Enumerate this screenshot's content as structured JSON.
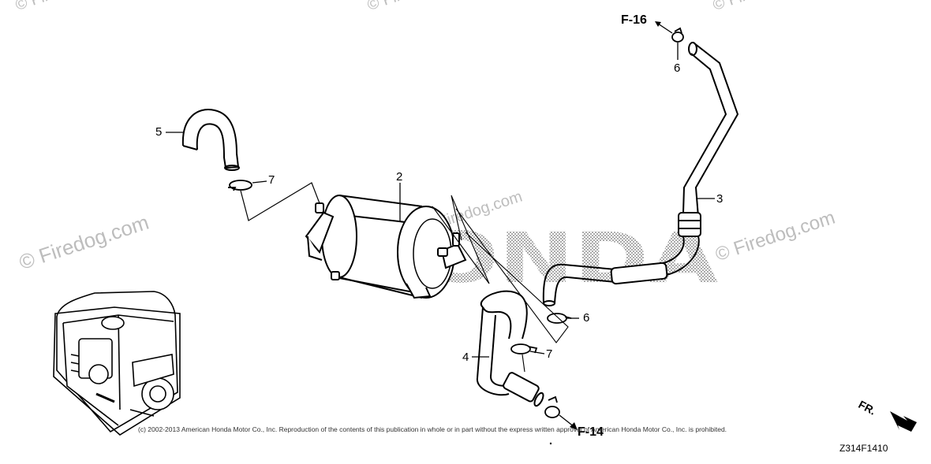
{
  "watermarks": {
    "main": "© Firedog.com",
    "side": "© Firedog.com",
    "mid": "© Firedog.com",
    "top1": "© Fire",
    "top2": "© Fired",
    "top3": "© Fire"
  },
  "callouts": {
    "p2": "2",
    "p3": "3",
    "p4": "4",
    "p5": "5",
    "p6a": "6",
    "p6b": "6",
    "p7a": "7",
    "p7b": "7"
  },
  "refs": {
    "f16": "F-16",
    "f14": "F-14",
    "fr": "FR."
  },
  "copyright": "(c) 2002-2013 American Honda Motor Co., Inc. Reproduction of the contents of this publication in whole or in part without the express written approval of American Honda Motor Co., Inc. is prohibited.",
  "diagram_code": "Z314F1410",
  "brand_watermark": "HONDA"
}
